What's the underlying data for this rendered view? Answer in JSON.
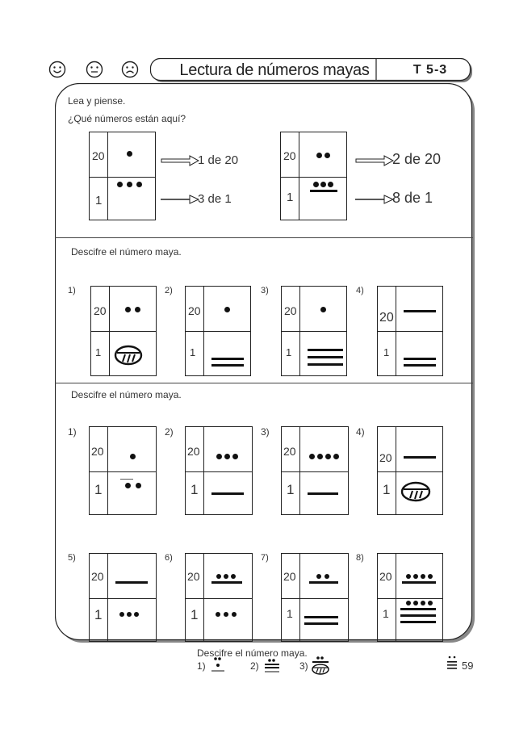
{
  "header": {
    "title": "Lectura de números mayas",
    "code": "T 5-3",
    "icons": [
      "happy-face-icon",
      "neutral-face-icon",
      "sad-face-icon"
    ]
  },
  "intro": {
    "line1": "Lea y piense.",
    "line2": "¿Qué números están aquí?",
    "ex1": {
      "label20": "20",
      "label1": "1",
      "upper": "1 de 20",
      "lower": "3 de 1"
    },
    "ex2": {
      "label20": "20",
      "label1": "1",
      "upper": "2 de 20",
      "lower": "8 de 1"
    }
  },
  "section2": {
    "instruction": "Descifre el número maya.",
    "items": [
      {
        "n": "1)",
        "top": "20",
        "bottom": "1"
      },
      {
        "n": "2)",
        "top": "20",
        "bottom": "1"
      },
      {
        "n": "3)",
        "top": "20",
        "bottom": "1"
      },
      {
        "n": "4)",
        "top": "20",
        "bottom": "1"
      }
    ]
  },
  "section3": {
    "instruction": "Descifre el número maya.",
    "items": [
      {
        "n": "1)",
        "top": "20",
        "bottom": "1"
      },
      {
        "n": "2)",
        "top": "20",
        "bottom": "1"
      },
      {
        "n": "3)",
        "top": "20",
        "bottom": "1"
      },
      {
        "n": "4)",
        "top": "20",
        "bottom": "1"
      },
      {
        "n": "5)",
        "top": "20",
        "bottom": "1"
      },
      {
        "n": "6)",
        "top": "20",
        "bottom": "1"
      },
      {
        "n": "7)",
        "top": "20",
        "bottom": "1"
      },
      {
        "n": "8)",
        "top": "20",
        "bottom": "1"
      }
    ]
  },
  "footer": {
    "instruction": "Descifre el número maya.",
    "n1": "1)",
    "n2": "2)",
    "n3": "3)",
    "page": "59"
  }
}
